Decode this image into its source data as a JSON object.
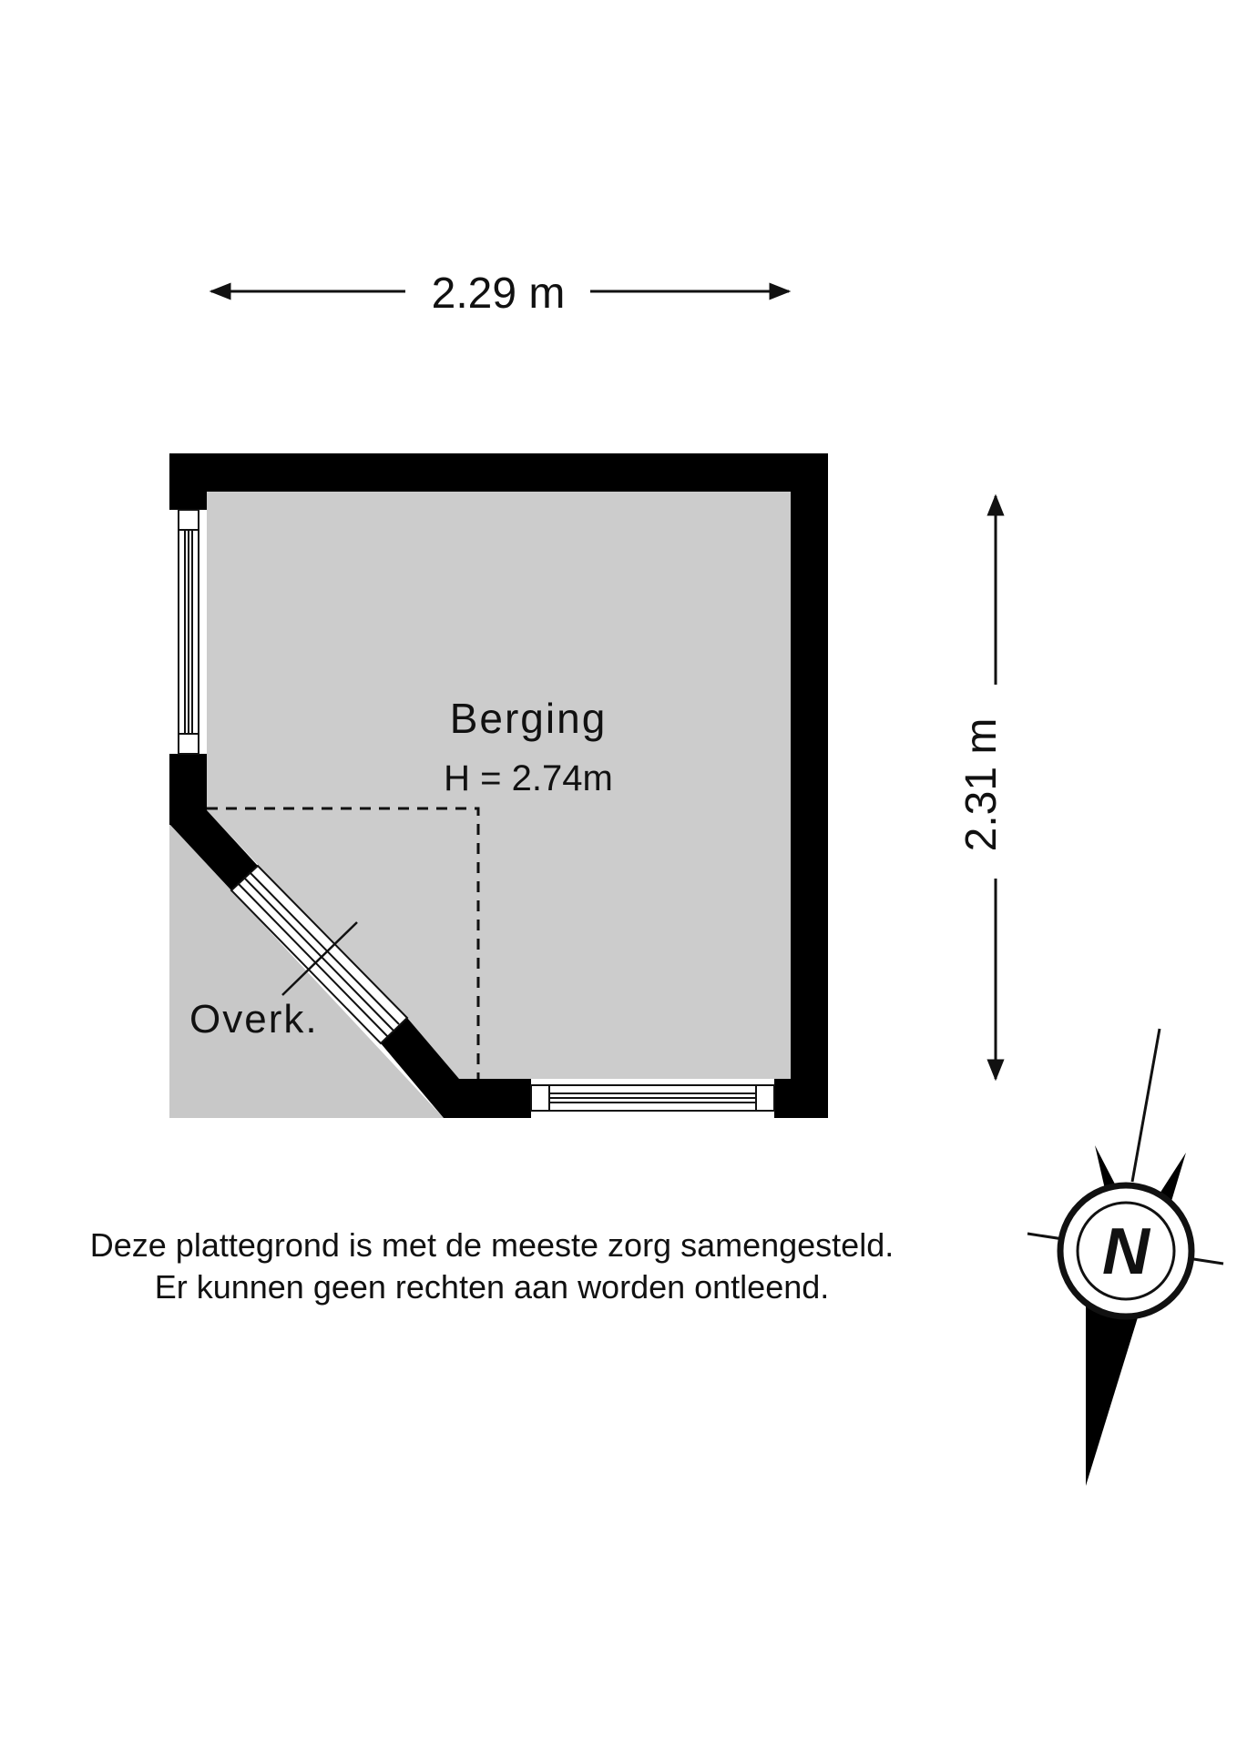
{
  "dimensions": {
    "width_label": "2.29 m",
    "height_label": "2.31 m"
  },
  "rooms": {
    "main": {
      "name": "Berging",
      "height": "H = 2.74m"
    },
    "covered_area": {
      "name": "Overk."
    }
  },
  "compass": {
    "letter": "N"
  },
  "disclaimer": {
    "line_1": "Deze plattegrond is met de meeste zorg samengesteld.",
    "line_2": "Er kunnen geen rechten aan worden ontleend."
  },
  "colors": {
    "wall": "#000000",
    "room_fill": "#cccccc",
    "covered_fill": "#c8c8c8",
    "background": "#ffffff"
  }
}
